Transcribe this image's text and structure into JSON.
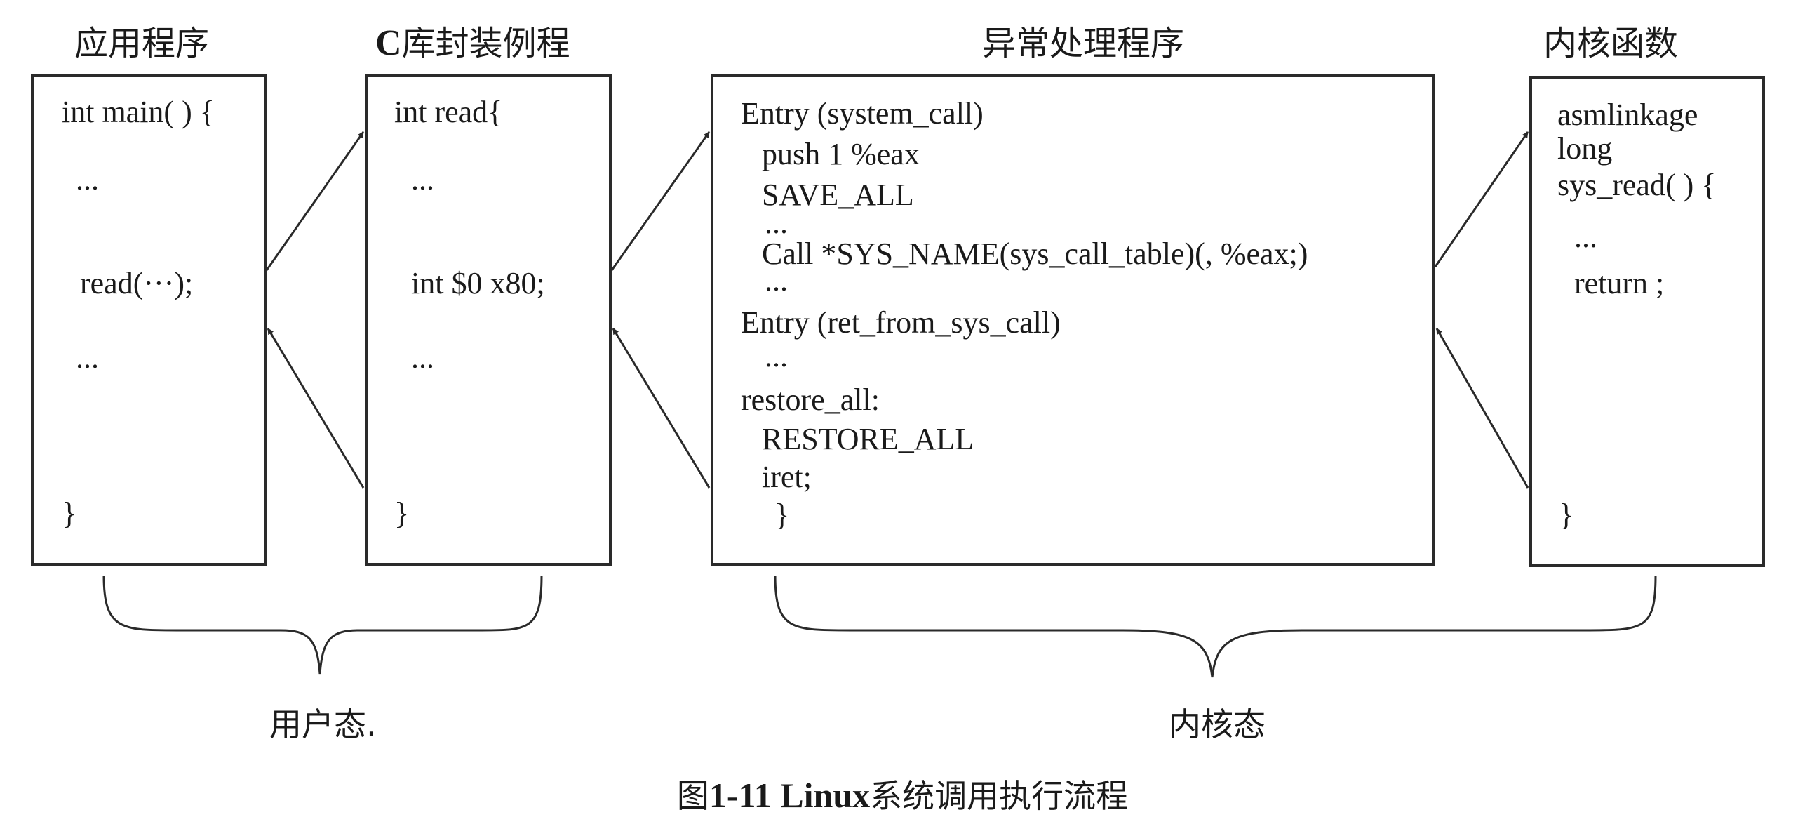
{
  "columns": [
    {
      "title": "应用程序",
      "code": [
        "int main( ) {",
        "...",
        "read(···);",
        "...",
        "}"
      ]
    },
    {
      "title_prefix": "C",
      "title": "库封装例程",
      "code": [
        "int read{",
        "...",
        "int $0 x80;",
        "...",
        "}"
      ]
    },
    {
      "title": "异常处理程序",
      "code": [
        "Entry (system_call)",
        "push 1 %eax",
        "SAVE_ALL",
        "...",
        "Call *SYS_NAME(sys_call_table)(, %eax;)",
        "...",
        "Entry (ret_from_sys_call)",
        "...",
        "restore_all:",
        "RESTORE_ALL",
        "iret;",
        "}"
      ]
    },
    {
      "title": "内核函数",
      "code": [
        "asmlinkage",
        "long",
        "sys_read( ) {",
        "...",
        "return ;",
        "}"
      ]
    }
  ],
  "braces": {
    "user_mode": "用户态.",
    "kernel_mode": "内核态"
  },
  "caption": {
    "prefix": "图",
    "number": "1-11 Linux",
    "text": "系统调用执行流程"
  }
}
